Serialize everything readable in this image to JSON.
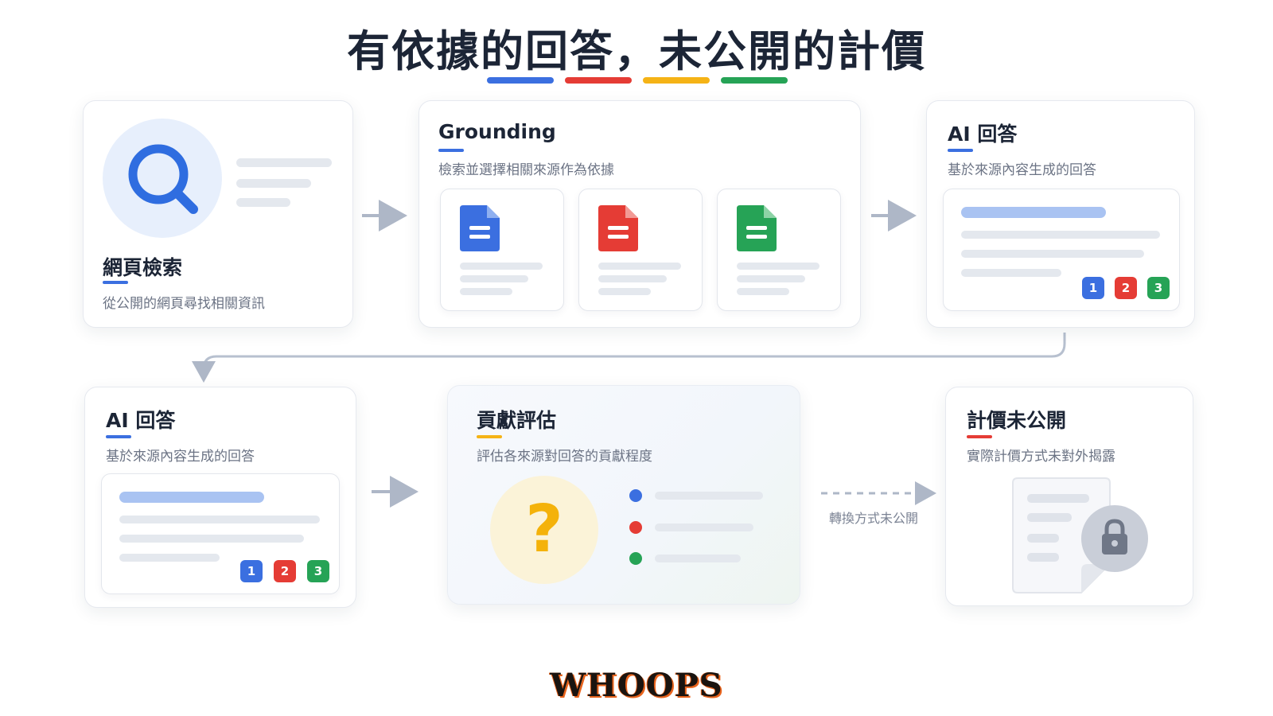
{
  "title": "有依據的回答，未公開的計價",
  "colors": {
    "blue": "#3b6fe0",
    "red": "#e53c35",
    "yellow": "#f5b316",
    "green": "#26a356",
    "connector": "#aeb7c7"
  },
  "step1": {
    "title": "網頁檢索",
    "subtitle": "從公開的網頁尋找相關資訊",
    "icon": "search-icon"
  },
  "step2": {
    "title": "Grounding",
    "subtitle": "檢索並選擇相關來源作為依據",
    "docs": [
      "document-icon-blue",
      "document-icon-red",
      "document-icon-green"
    ]
  },
  "step3": {
    "title": "AI 回答",
    "subtitle": "基於來源內容生成的回答",
    "badges": [
      "1",
      "2",
      "3"
    ]
  },
  "step4": {
    "title": "AI 回答",
    "subtitle": "基於來源內容生成的回答",
    "badges": [
      "1",
      "2",
      "3"
    ]
  },
  "step5": {
    "title": "貢獻評估",
    "subtitle": "評估各來源對回答的貢獻程度",
    "icon_text": "?"
  },
  "step6": {
    "title": "計價未公開",
    "subtitle": "實際計價方式未對外揭露",
    "icon": "lock-icon"
  },
  "dashed_label": "轉換方式未公開",
  "logo": "WHOOPS"
}
